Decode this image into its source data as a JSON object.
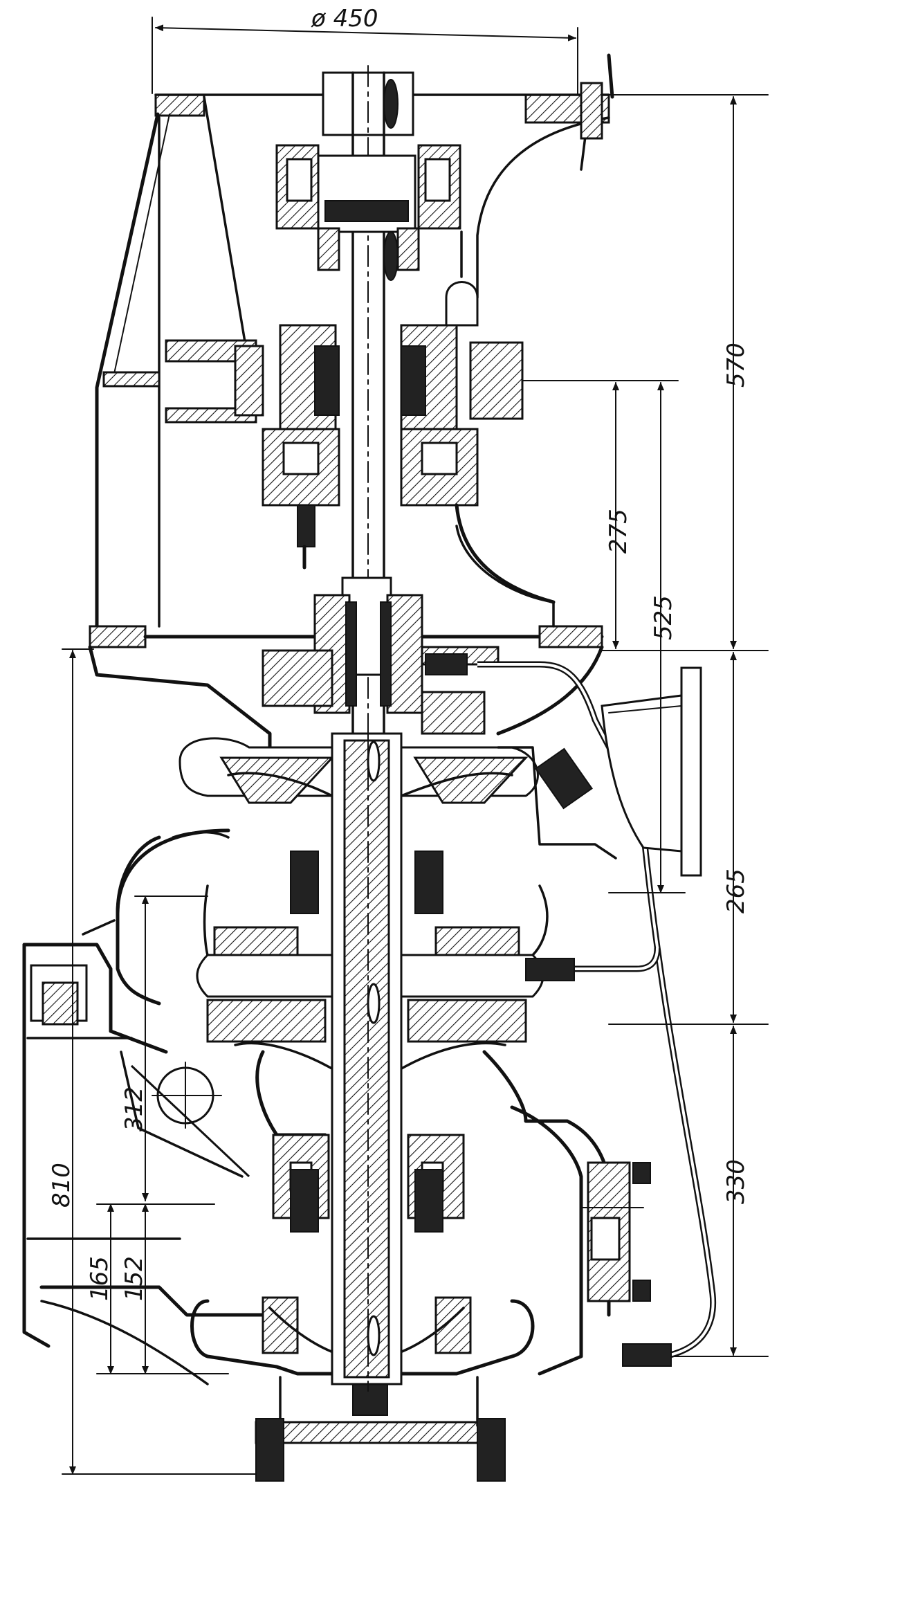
{
  "dimensions": {
    "top_diameter": "ø 450",
    "d570": "570",
    "d275": "275",
    "d525": "525",
    "d265": "265",
    "d330": "330",
    "d810": "810",
    "d312": "312",
    "d165": "165",
    "d152": "152"
  },
  "colors": {
    "ink": "#111111",
    "paper": "#ffffff"
  }
}
